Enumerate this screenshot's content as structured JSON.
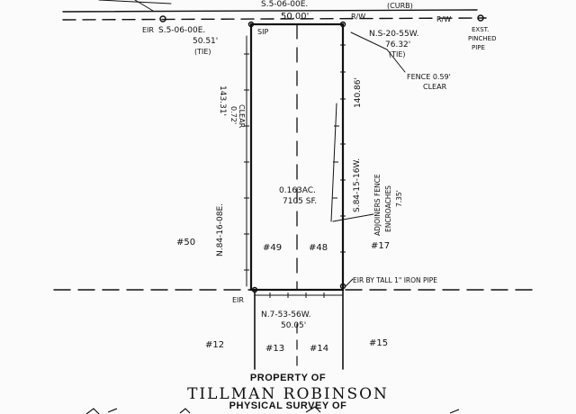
{
  "survey": {
    "top_bearing": "S.5-06-00E.",
    "top_width": "50.00'",
    "left_top_label": "S.5-06-00E.",
    "left_top_dist": "50.51'",
    "left_top_tie": "(TIE)",
    "eir_label": "EIR",
    "sip_label": "SIP",
    "right_top_bearing": "N.S-20-55W.",
    "right_top_dist": "76.32'",
    "right_top_tie": "(TIE)",
    "rw_label": "R/W",
    "curb_label": "(CURB)",
    "exst_label": "EXST.",
    "pinched_label": "PINCHED",
    "pipe_label": "PIPE",
    "fence_clear": "FENCE 0.59'",
    "fence_clear2": "CLEAR",
    "left_depth": "143.31'",
    "left_clear": "0.72'",
    "left_clear2": "CLEAR",
    "left_bearing": "N.84-16-08E.",
    "right_depth": "140.86'",
    "right_bearing": "S.84-15-16W.",
    "adj_fence1": "ADJOINERS FENCE",
    "adj_fence2": "ENCROACHES",
    "adj_fence3": "7.35'",
    "area_ac": "0.163AC.",
    "area_sf": "7105 SF.",
    "lot_50": "#50",
    "lot_49": "#49",
    "lot_48": "#48",
    "lot_17": "#17",
    "pipe_note": "EIR BY TALL 1\" IRON PIPE",
    "eir_bottom": "EIR",
    "bottom_bearing": "N.7-53-56W.",
    "bottom_dist": "50.05'",
    "lot_12": "#12",
    "lot_13": "#13",
    "lot_14": "#14",
    "lot_15": "#15"
  },
  "caption": {
    "line1": "PROPERTY OF",
    "line2": "TILLMAN ROBINSON",
    "line3": "PHYSICAL SURVEY OF"
  }
}
